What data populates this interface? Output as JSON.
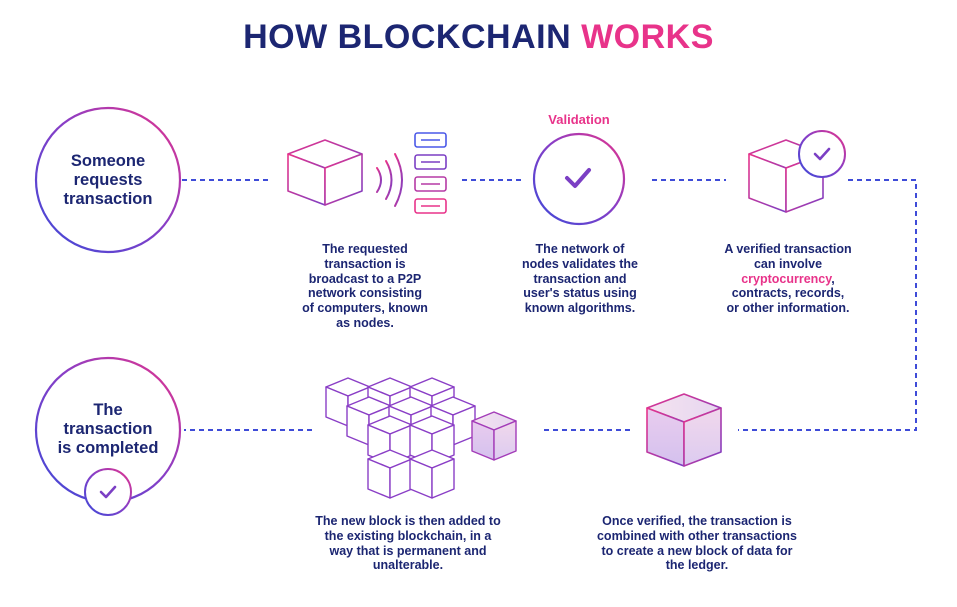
{
  "title": {
    "main": "HOW BLOCKCHAIN",
    "accent": "WORKS"
  },
  "colors": {
    "navy": "#1c2672",
    "pink": "#e8338a",
    "purple": "#7b3fc4",
    "blue": "#4a58e8",
    "dash": "#3f4cd8"
  },
  "steps": {
    "request": {
      "label": "Someone\nrequests\ntransaction"
    },
    "broadcast": {
      "description": "The requested\ntransaction is\nbroadcast to a P2P\nnetwork consisting\nof computers, known\nas nodes."
    },
    "validation": {
      "label": "Validation",
      "description": "The network of\nnodes validates the\ntransaction and\nuser's status using\nknown algorithms."
    },
    "verified": {
      "description_before": "A verified transaction\ncan involve\n",
      "description_highlight": "cryptocurrency",
      "description_after": ",\ncontracts, records,\nor other information."
    },
    "new_block": {
      "description": "Once verified, the transaction is\ncombined with other transactions\nto create a new block of data for\nthe ledger."
    },
    "added": {
      "description": "The new block is then added to\nthe existing blockchain, in a\nway that is permanent and\nunalterable."
    },
    "completed": {
      "label": "The\ntransaction\nis completed"
    }
  },
  "icons": [
    "cube-icon",
    "signal-waves-icon",
    "node-list-icon",
    "checkmark-icon",
    "verified-cube-icon",
    "blockchain-icon",
    "new-block-cube-icon",
    "completed-check-icon"
  ]
}
